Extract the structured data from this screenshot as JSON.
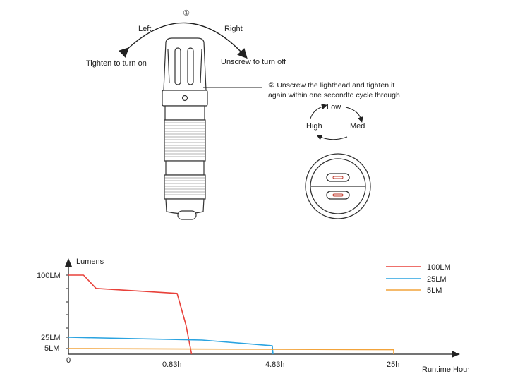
{
  "instructions": {
    "step1_marker": "①",
    "left_label": "Left",
    "right_label": "Right",
    "tighten_label": "Tighten to turn on",
    "unscrew_label": "Unscrew to turn off",
    "step2_line1": "② Unscrew the lighthead and tighten it",
    "step2_line2": "again within one secondto cycle through"
  },
  "modes": {
    "low": "Low",
    "med": "Med",
    "high": "High"
  },
  "chart_data": {
    "type": "line",
    "ylabel": "Lumens",
    "xlabel": "Runtime Hour",
    "x_ticks": [
      "0",
      "0.83h",
      "4.83h",
      "25h"
    ],
    "y_ticks": [
      "100LM",
      "25LM",
      "5LM"
    ],
    "series": [
      {
        "name": "100LM",
        "color": "#e8413a",
        "points": [
          [
            0,
            100
          ],
          [
            0.12,
            100
          ],
          [
            0.22,
            84
          ],
          [
            1.0,
            78
          ],
          [
            1.35,
            40
          ],
          [
            1.58,
            0
          ]
        ]
      },
      {
        "name": "25LM",
        "color": "#2aa3e0",
        "points": [
          [
            0,
            25
          ],
          [
            2.0,
            20
          ],
          [
            4.8,
            10
          ],
          [
            4.83,
            0
          ]
        ]
      },
      {
        "name": "5LM",
        "color": "#f2a33a",
        "points": [
          [
            0,
            5
          ],
          [
            25,
            4
          ],
          [
            25,
            0
          ]
        ]
      }
    ]
  }
}
